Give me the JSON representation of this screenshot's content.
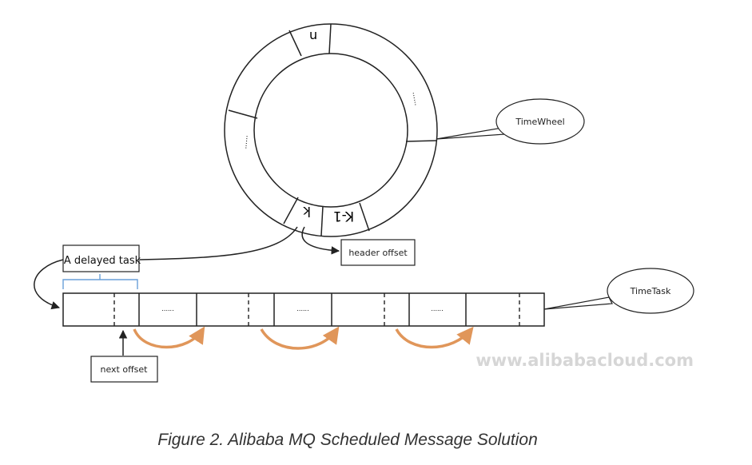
{
  "figure": {
    "caption": "Figure 2. Alibaba MQ Scheduled Message Solution",
    "watermark": "www.alibabacloud.com"
  },
  "wheel": {
    "slot_top": "n",
    "slot_right_dots": "......",
    "slot_left_dots": "......",
    "slot_k": "k",
    "slot_k_minus_1": "K-1",
    "callout": "TimeWheel"
  },
  "labels": {
    "delayed_task": "A delayed task",
    "header_offset": "header offset",
    "next_offset": "next offset",
    "time_task": "TimeTask"
  },
  "queue": {
    "cell_dots": [
      "......",
      "......",
      "......"
    ]
  },
  "colors": {
    "line": "#222222",
    "bracket": "#6a9fd8",
    "arrow_orange": "#e0965a",
    "watermark": "#d6d6d6"
  }
}
